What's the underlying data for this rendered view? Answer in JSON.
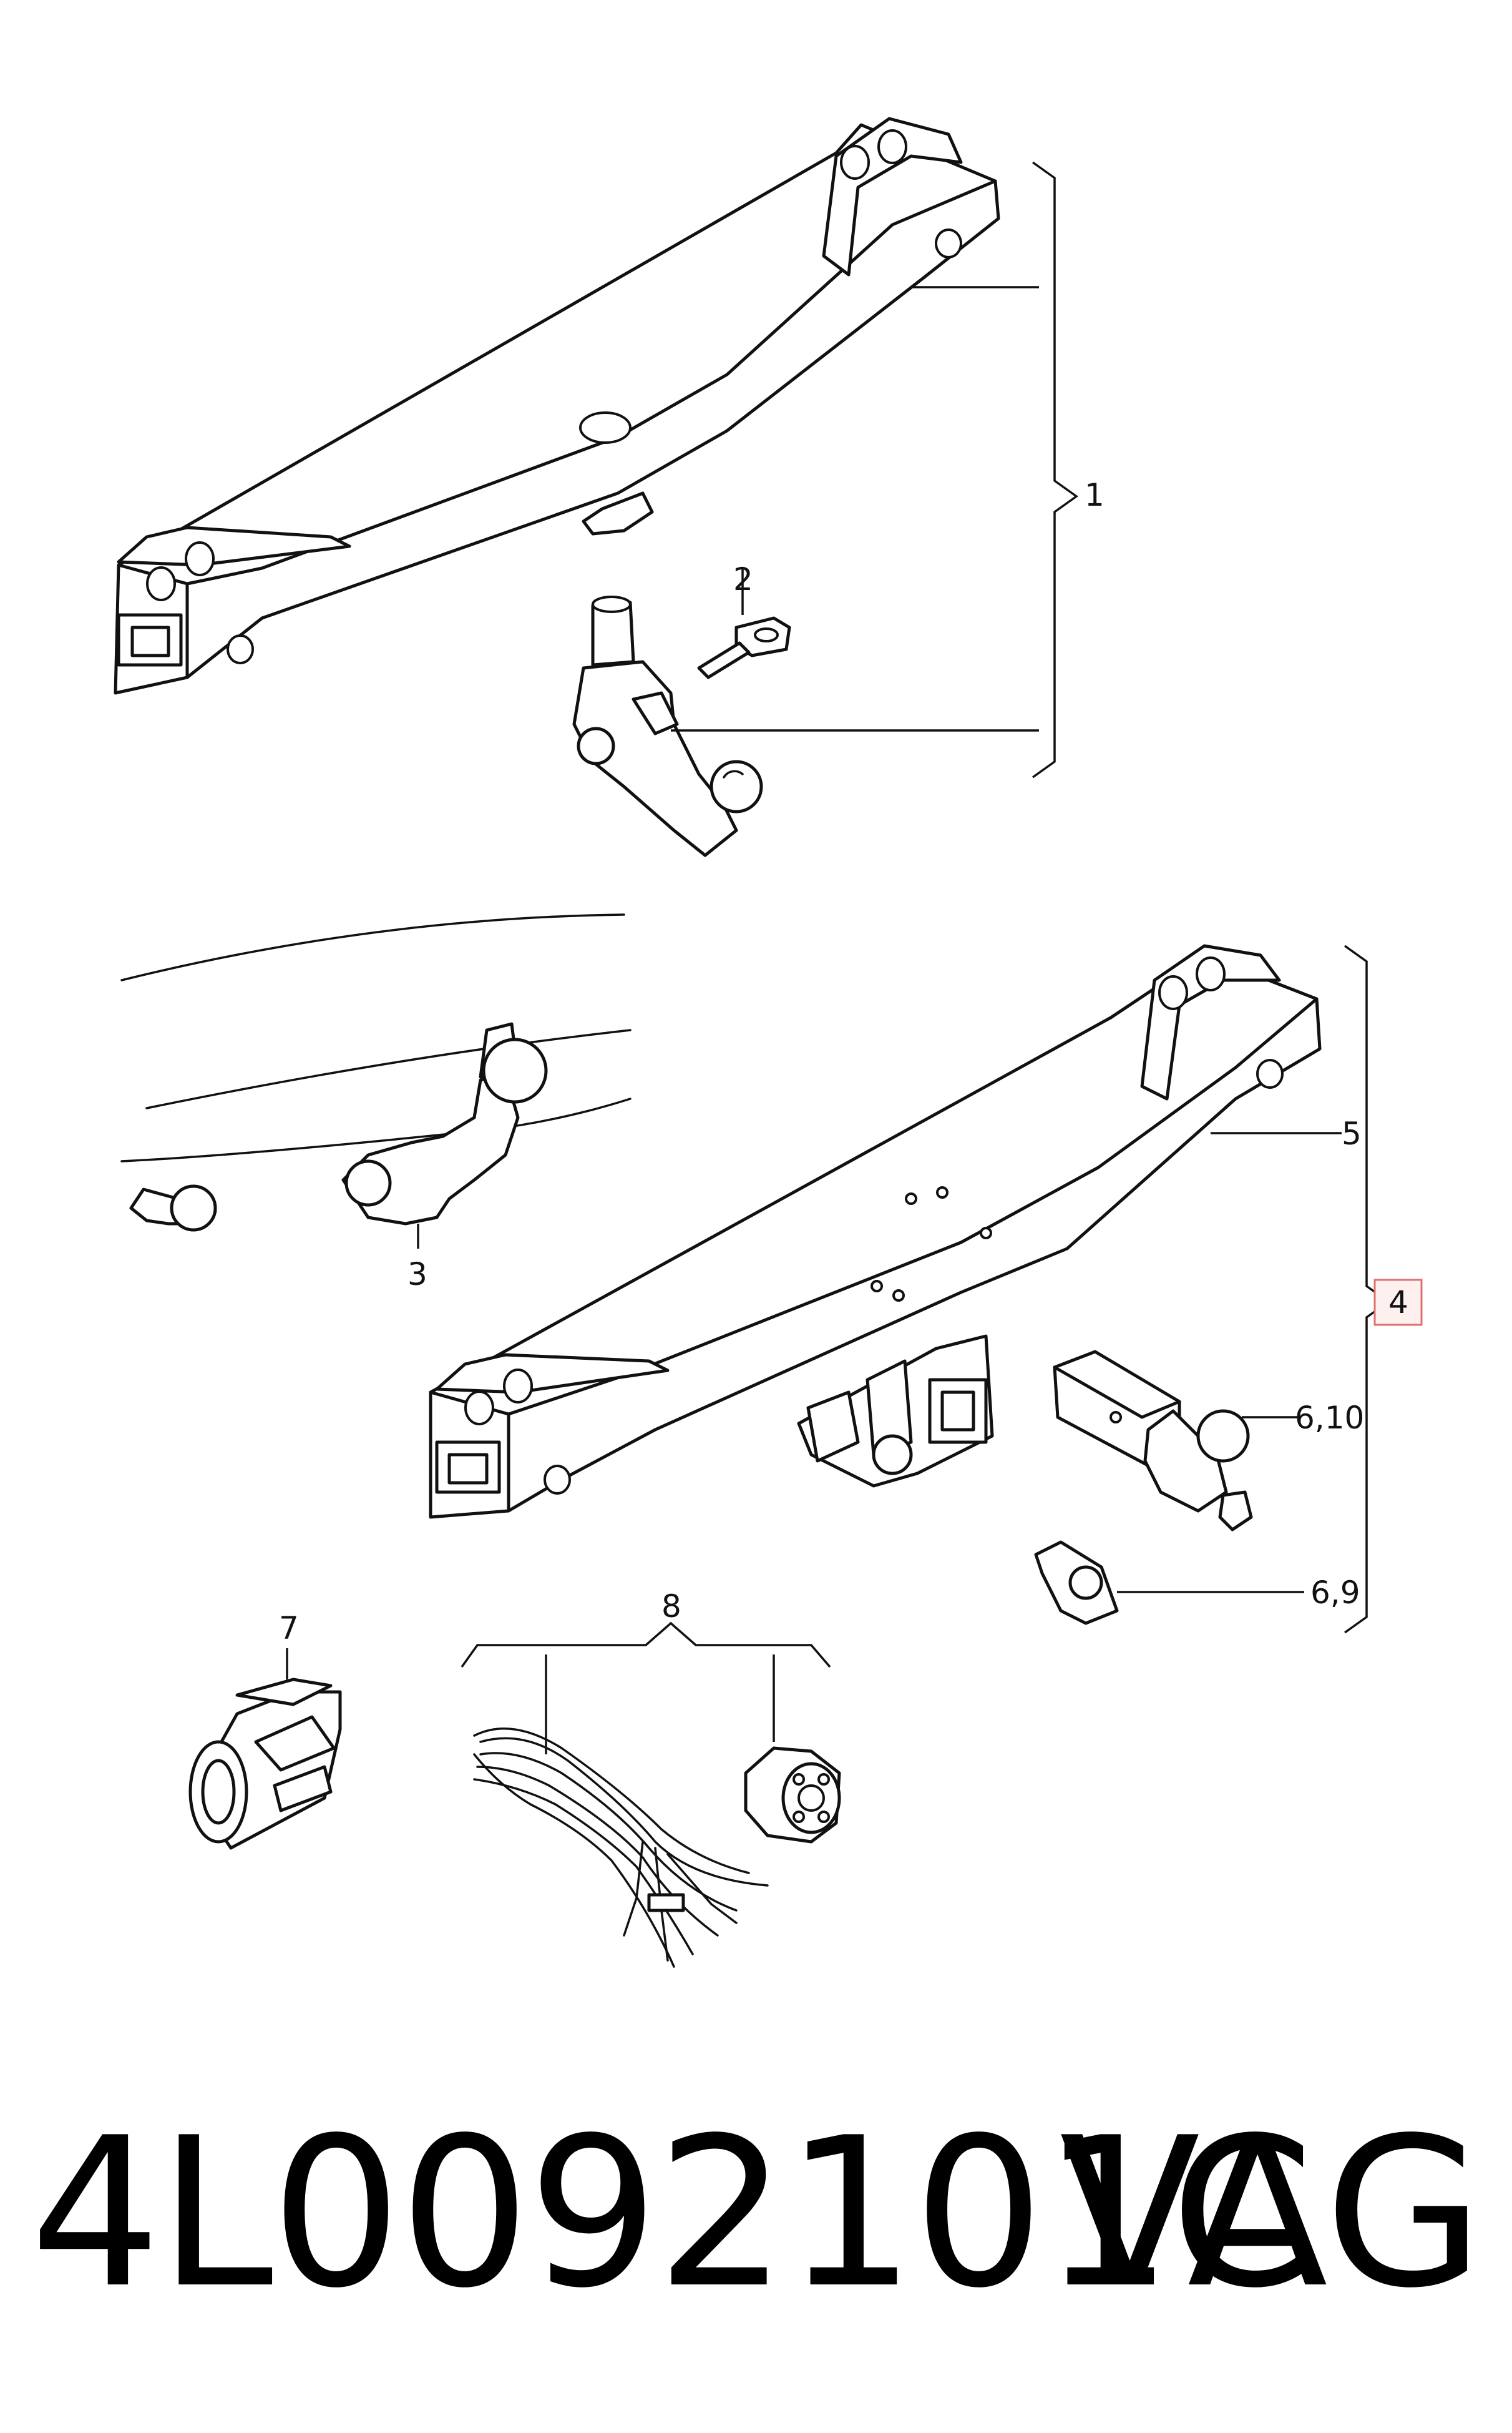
{
  "callouts": {
    "c1": "1",
    "c2": "2",
    "c3": "3",
    "c4": "4",
    "c5": "5",
    "c6_10": "6,10",
    "c7": "7",
    "c8": "8",
    "c6_9": "6,9"
  },
  "footer": {
    "part_number": "4L0092101C",
    "brand": "VAG"
  },
  "colors": {
    "line": "#111111",
    "highlight_box": "#e07070"
  }
}
